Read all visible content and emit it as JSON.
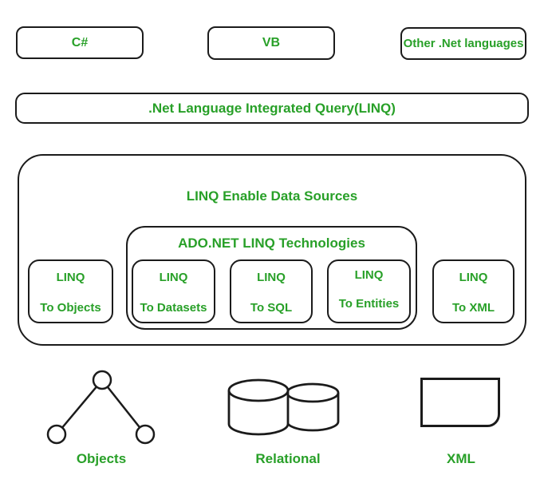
{
  "colors": {
    "accent_green": "#28a028",
    "outline_black": "#1b1b1b",
    "background": "#ffffff"
  },
  "languages_row": {
    "items": [
      {
        "label": "C#"
      },
      {
        "label": "VB"
      },
      {
        "label": "Other .Net languages"
      }
    ]
  },
  "linq_bar": {
    "label": ".Net Language Integrated Query(LINQ)"
  },
  "data_sources": {
    "title": "LINQ Enable Data Sources",
    "left_item": {
      "line1": "LINQ",
      "line2": "To Objects"
    },
    "right_item": {
      "line1": "LINQ",
      "line2": "To XML"
    },
    "ado_net": {
      "title": "ADO.NET LINQ Technologies",
      "items": [
        {
          "line1": "LINQ",
          "line2": "To Datasets"
        },
        {
          "line1": "LINQ",
          "line2": "To SQL"
        },
        {
          "line1": "LINQ",
          "line2": "To Entities"
        }
      ]
    }
  },
  "sources_row": {
    "items": [
      {
        "icon": "objects-tree-icon",
        "label": "Objects"
      },
      {
        "icon": "database-cylinders-icon",
        "label": "Relational"
      },
      {
        "icon": "document-icon",
        "label": "XML"
      }
    ]
  }
}
